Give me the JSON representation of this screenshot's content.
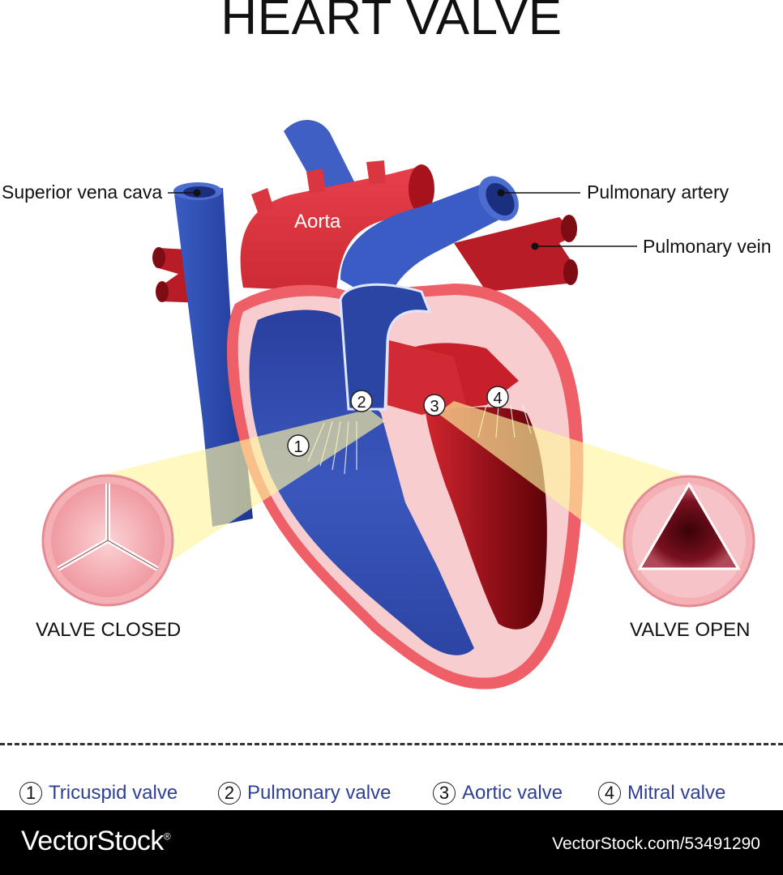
{
  "title": "HEART VALVE",
  "labels": {
    "superior_vena_cava": "Superior vena cava",
    "aorta": "Aorta",
    "pulmonary_artery": "Pulmonary artery",
    "pulmonary_vein": "Pulmonary vein"
  },
  "markers": [
    "1",
    "2",
    "3",
    "4"
  ],
  "captions": {
    "closed": "VALVE CLOSED",
    "open": "VALVE OPEN"
  },
  "legend": [
    {
      "num": "1",
      "label": "Tricuspid valve"
    },
    {
      "num": "2",
      "label": "Pulmonary valve"
    },
    {
      "num": "3",
      "label": "Aortic valve"
    },
    {
      "num": "4",
      "label": "Mitral valve"
    }
  ],
  "footer": {
    "brand": "VectorStock",
    "registered": "®",
    "stock_id": "VectorStock.com/53491290"
  },
  "colors": {
    "deoxygenated_blue": "#2f4fb0",
    "oxygenated_red": "#e0363f",
    "dark_red": "#a8121c",
    "wall_pink": "#f6c9cb",
    "highlight_yellow": "#fff6a8",
    "legend_text": "#2e3f94"
  }
}
